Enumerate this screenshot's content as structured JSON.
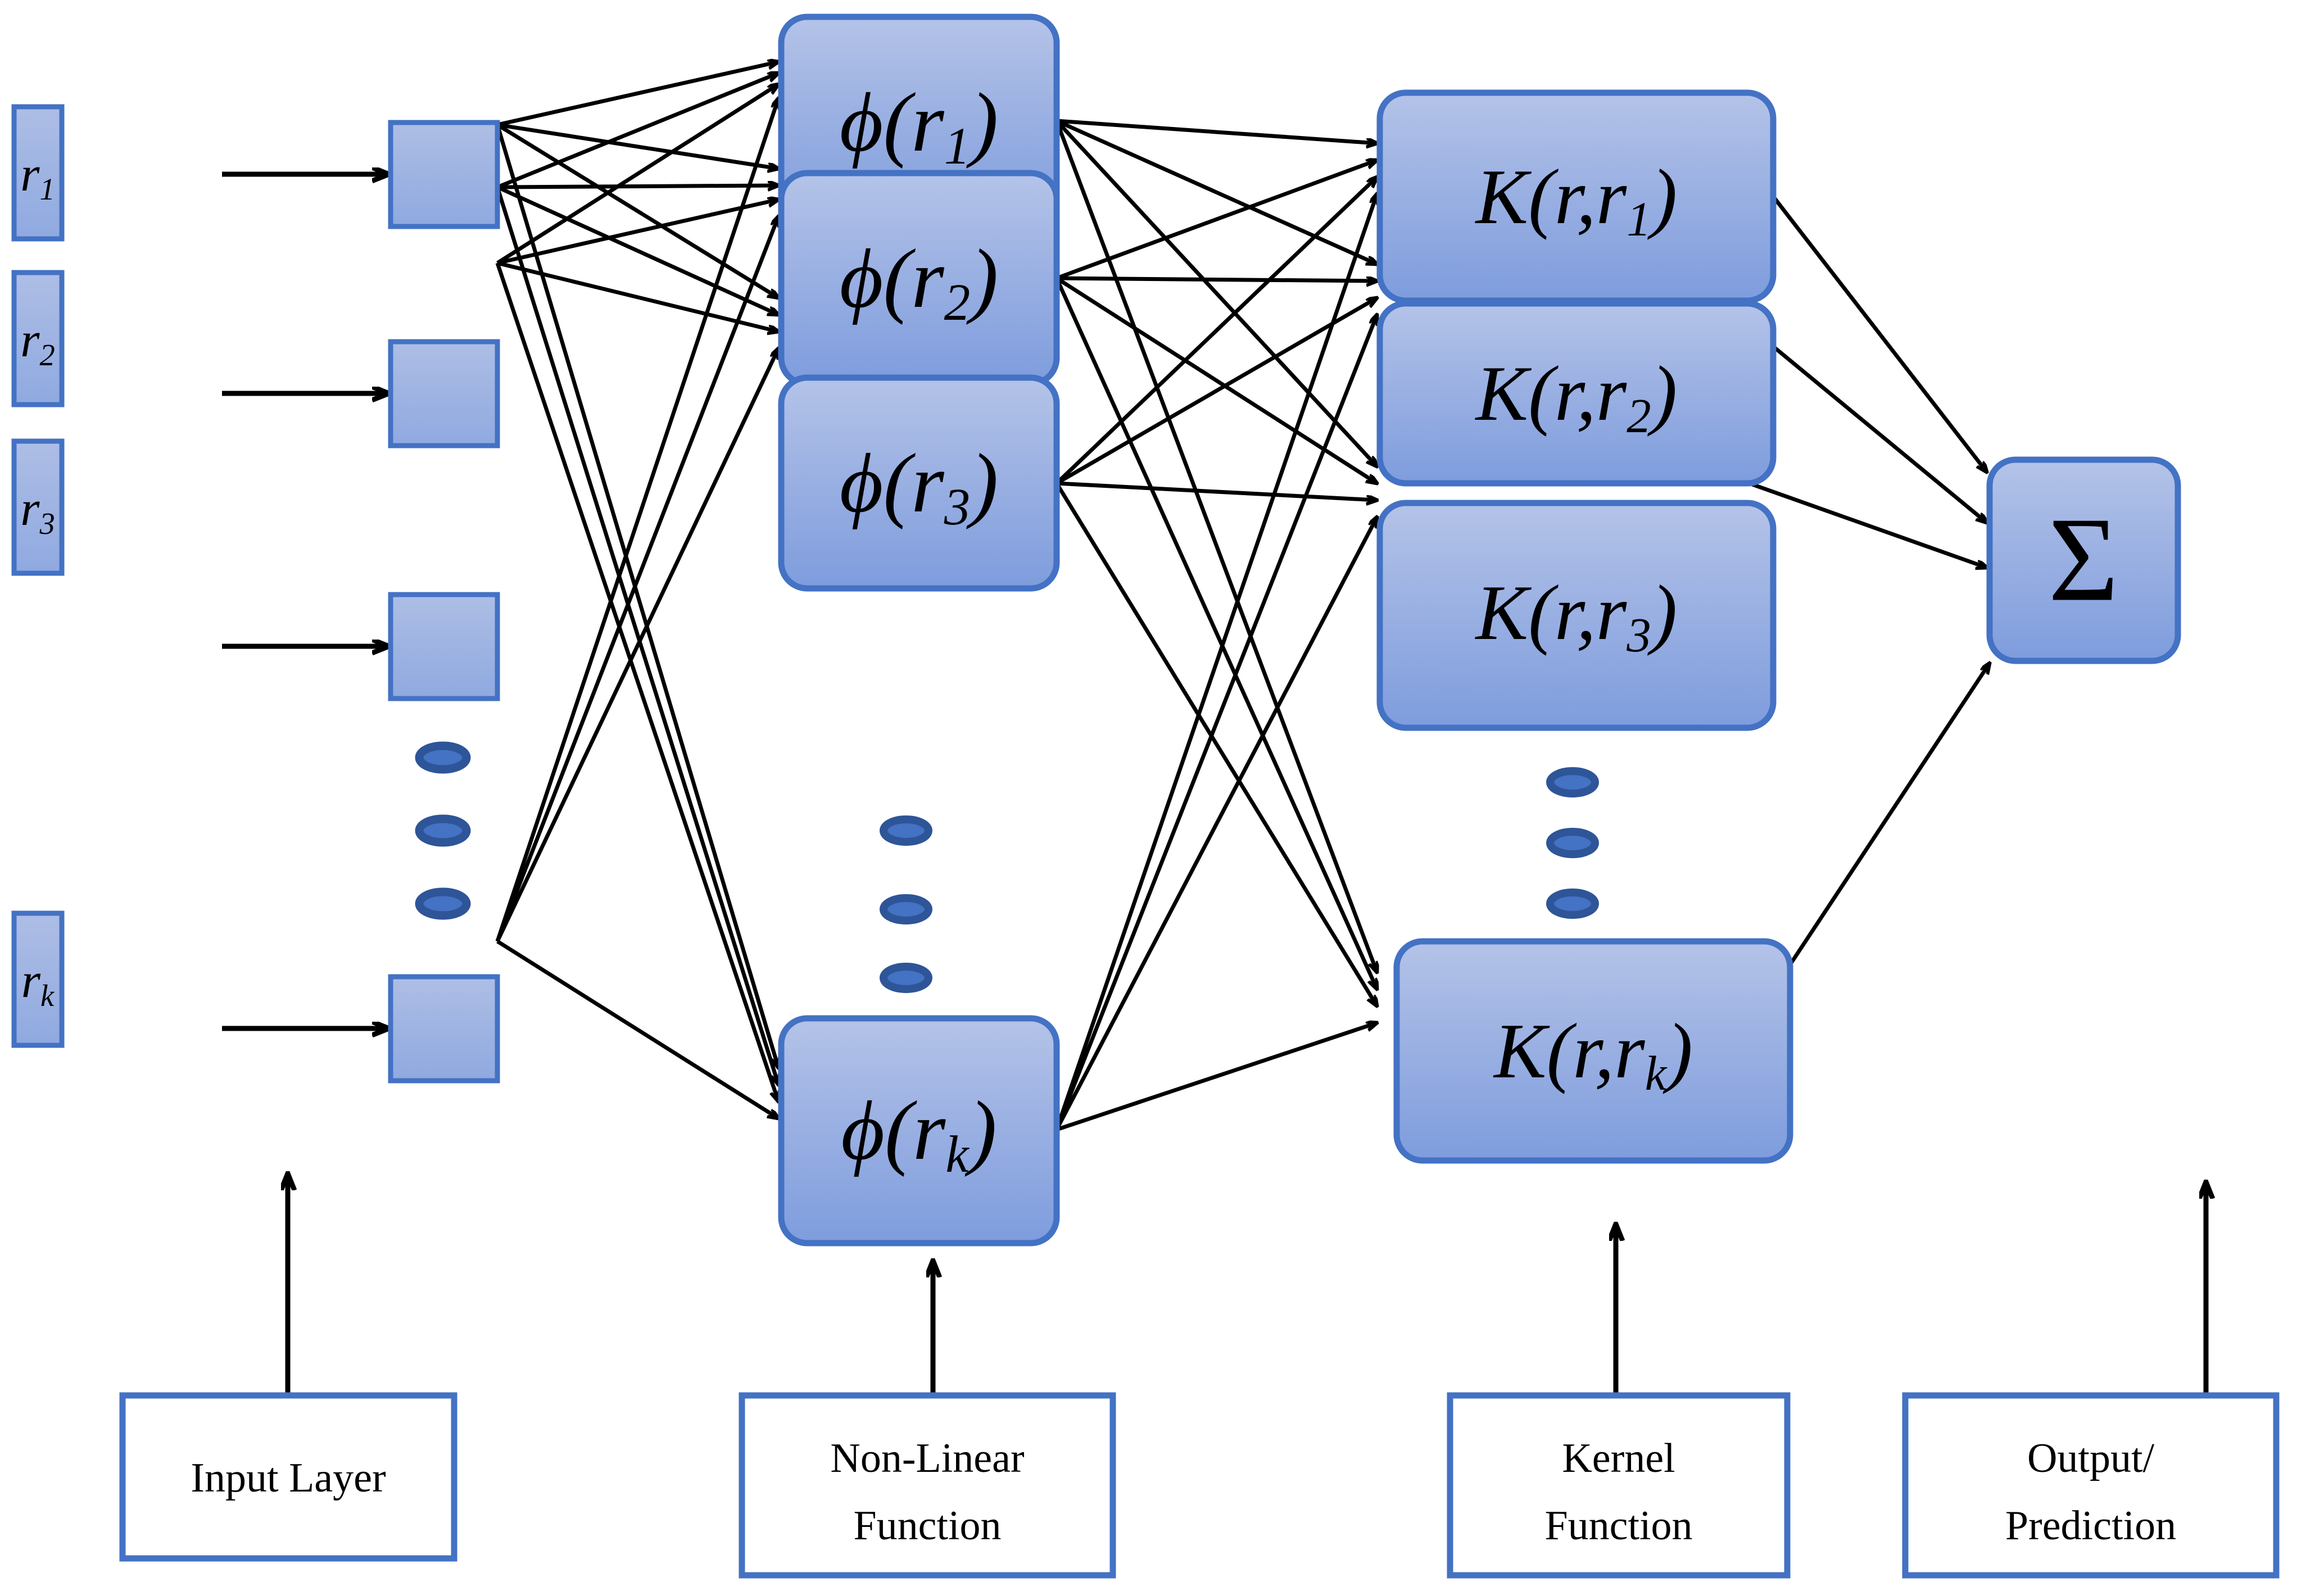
{
  "diagram": {
    "title_visible": false,
    "background": "#ffffff",
    "accent_border": "#4472C4",
    "node_fill_top": "#AEBEE5",
    "node_fill_bottom": "#7D9BDC",
    "dot_fill": "#4472C4",
    "dot_border": "#2E5597",
    "arrow_color": "#000000",
    "caption_border": "#4472C4",
    "caption_fill": "#FFFFFF"
  },
  "input_layer": {
    "nodes": [
      {
        "label": "r",
        "sub": "1"
      },
      {
        "label": "r",
        "sub": "2"
      },
      {
        "label": "r",
        "sub": "3"
      },
      {
        "label": "r",
        "sub": "k"
      }
    ],
    "ellipsis_dots": 3
  },
  "fanout_squares": {
    "count": 4,
    "ellipsis_dots": 3
  },
  "nonlinear_layer": {
    "nodes": [
      {
        "fn": "ϕ",
        "arg": "r",
        "sub": "1"
      },
      {
        "fn": "ϕ",
        "arg": "r",
        "sub": "2"
      },
      {
        "fn": "ϕ",
        "arg": "r",
        "sub": "3"
      },
      {
        "fn": "ϕ",
        "arg": "r",
        "sub": "k"
      }
    ],
    "ellipsis_dots": 3
  },
  "kernel_layer": {
    "nodes": [
      {
        "fn": "K",
        "arg1": "r",
        "arg2": "r",
        "sub": "1"
      },
      {
        "fn": "K",
        "arg1": "r",
        "arg2": "r",
        "sub": "2"
      },
      {
        "fn": "K",
        "arg1": "r",
        "arg2": "r",
        "sub": "3"
      },
      {
        "fn": "K",
        "arg1": "r",
        "arg2": "r",
        "sub": "k"
      }
    ],
    "ellipsis_dots": 3
  },
  "output_layer": {
    "symbol": "Σ"
  },
  "captions": [
    {
      "lines": [
        "Input Layer"
      ]
    },
    {
      "lines": [
        "Non-Linear",
        "Function"
      ]
    },
    {
      "lines": [
        "Kernel",
        "Function"
      ]
    },
    {
      "lines": [
        "Output/",
        "Prediction"
      ]
    }
  ]
}
